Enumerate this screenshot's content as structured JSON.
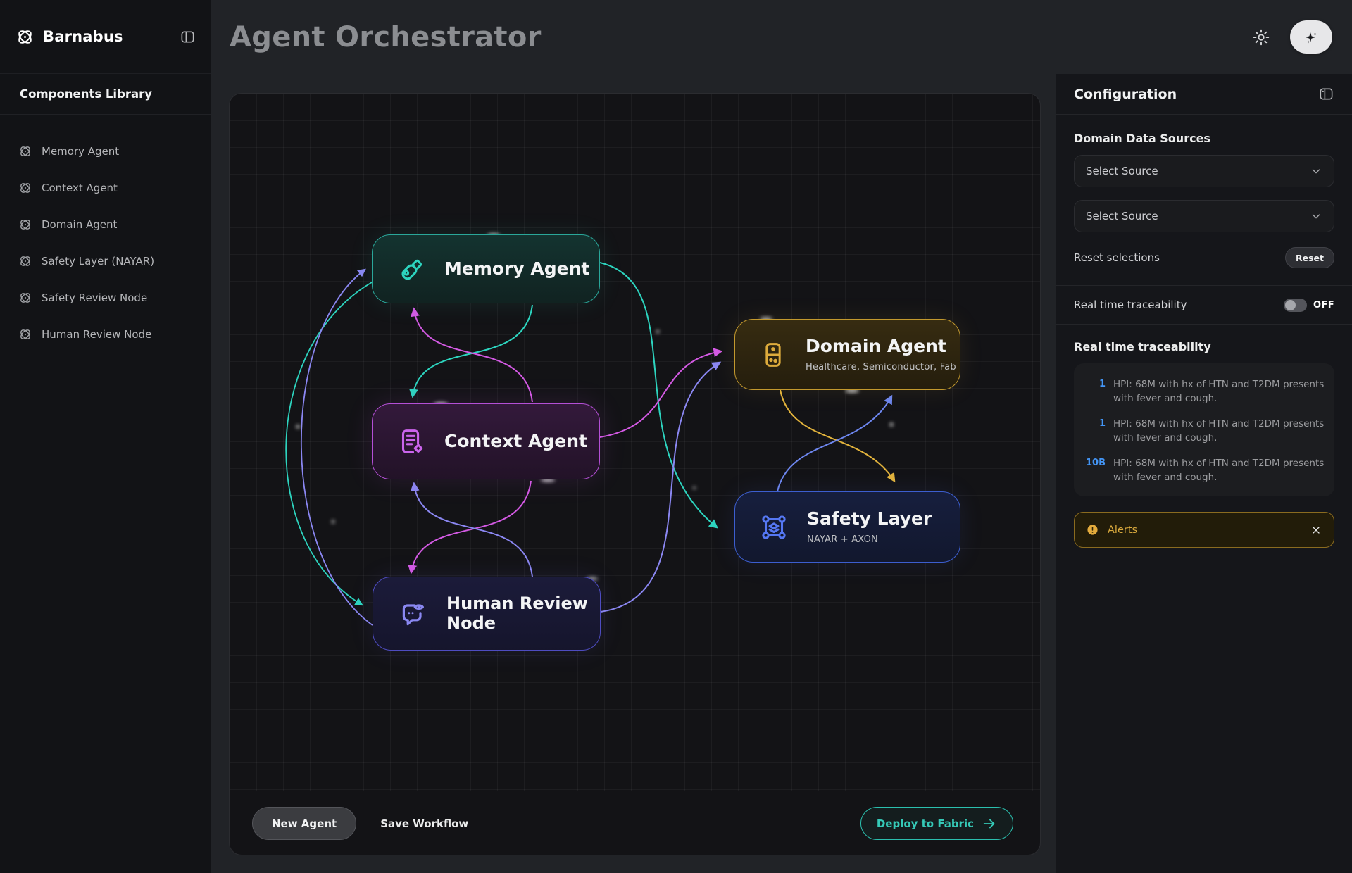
{
  "app": {
    "brand": "Barnabus",
    "page_title": "Agent Orchestrator"
  },
  "sidebar": {
    "heading": "Components Library",
    "items": [
      {
        "label": "Memory Agent"
      },
      {
        "label": "Context Agent"
      },
      {
        "label": "Domain Agent"
      },
      {
        "label": "Safety Layer (NAYAR)"
      },
      {
        "label": "Safety Review Node"
      },
      {
        "label": "Human Review Node"
      }
    ]
  },
  "canvas": {
    "nodes": {
      "memory": {
        "title": "Memory Agent"
      },
      "context": {
        "title": "Context Agent"
      },
      "domain": {
        "title": "Domain Agent",
        "subtitle": "Healthcare, Semiconductor, Fab"
      },
      "safety": {
        "title": "Safety Layer",
        "subtitle": "NAYAR + AXON"
      },
      "human": {
        "title": "Human Review Node"
      }
    },
    "footer": {
      "new_agent_label": "New Agent",
      "save_workflow_label": "Save Workflow",
      "deploy_label": "Deploy to Fabric"
    }
  },
  "config": {
    "heading": "Configuration",
    "domain_sources": {
      "heading": "Domain Data Sources",
      "select_1_placeholder": "Select Source",
      "select_2_placeholder": "Select Source",
      "reset_label": "Reset selections",
      "reset_button": "Reset"
    },
    "traceability_toggle": {
      "label": "Real time traceability",
      "state": "OFF"
    },
    "traceability": {
      "heading": "Real time traceability",
      "entries": [
        {
          "badge": "1",
          "text": "HPI: 68M with hx of HTN and T2DM presents with fever and cough."
        },
        {
          "badge": "1",
          "text": "HPI: 68M with hx of HTN and T2DM presents with fever and cough."
        },
        {
          "badge": "10B",
          "text": "HPI: 68M with hx of HTN and T2DM presents with fever and cough."
        }
      ]
    },
    "alerts": {
      "label": "Alerts"
    }
  },
  "colors": {
    "edge_teal": "#2dd4bf",
    "edge_magenta": "#d45ae4",
    "edge_violet": "#8b87f2",
    "edge_gold": "#e2b33c",
    "edge_blue": "#6d86ee",
    "node_memory_border": "#2aa79a",
    "node_context_border": "#b44fd6",
    "node_domain_border": "#c3992e",
    "node_safety_border": "#3c5ecf",
    "node_human_border": "#4e4cc0",
    "deploy_accent": "#35c9b7",
    "trace_badge_blue": "#4395f5",
    "alert_amber": "#d9a93d"
  }
}
